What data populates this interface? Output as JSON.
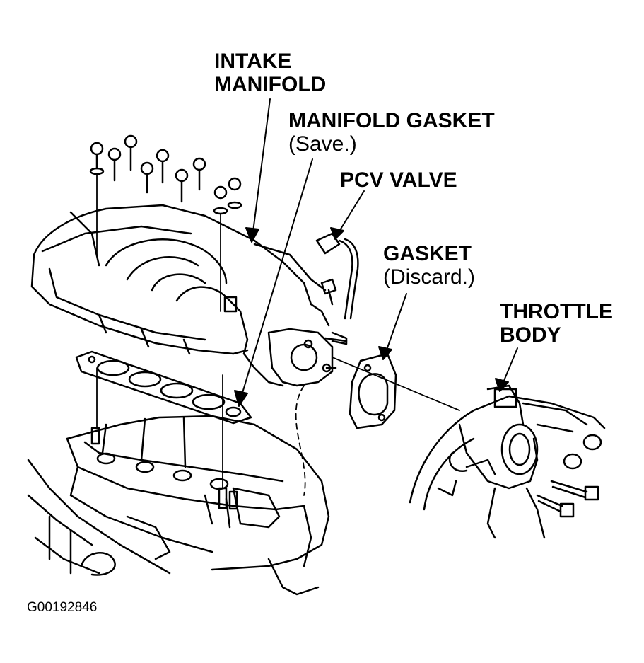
{
  "labels": {
    "intake_manifold": [
      "INTAKE",
      "MANIFOLD"
    ],
    "manifold_gasket": {
      "title": "MANIFOLD GASKET",
      "note": "(Save.)"
    },
    "pcv_valve": "PCV VALVE",
    "gasket": {
      "title": "GASKET",
      "note": "(Discard.)"
    },
    "throttle_body": [
      "THROTTLE",
      "BODY"
    ]
  },
  "figure_code": "G00192846",
  "colors": {
    "ink": "#000000",
    "paper": "#ffffff"
  }
}
